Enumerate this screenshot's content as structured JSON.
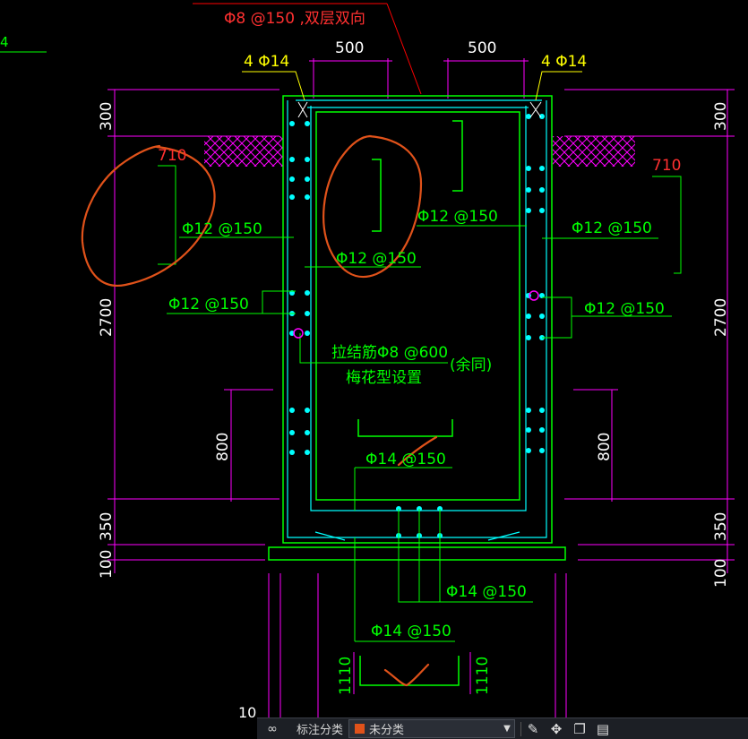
{
  "colors": {
    "structure": "#00ff00",
    "rebar": "#00ffff",
    "dimension": "#ff00ff",
    "callout": "#ffff00",
    "leader_red": "#ff0000",
    "markup": "#e0521a",
    "hatch": "#ff00ff"
  },
  "labels": {
    "top_rebar_note": "Φ8 @150 ,双层双向",
    "corner_left": "4 Φ14",
    "corner_right": "4 Φ14",
    "dim_top_left": "500",
    "dim_top_right": "500",
    "dim_300_left": "300",
    "dim_300_right": "300",
    "dim_2700_left": "2700",
    "dim_2700_right": "2700",
    "dim_800_left": "800",
    "dim_800_right": "800",
    "dim_350_left": "350",
    "dim_350_right": "350",
    "dim_100_left": "100",
    "dim_100_right": "100",
    "dim_1110_left": "1110",
    "dim_1110_right": "1110",
    "dim_710_left": "710",
    "dim_710_right": "710",
    "wall_outer_left": "Φ12 @150",
    "wall_inner_left": "Φ12 @150",
    "wall_inner_right": "Φ12 @150",
    "wall_outer_right": "Φ12 @150",
    "wall_mid_left": "Φ12 @150",
    "wall_mid_right": "Φ12 @150",
    "tie_bar_note": "拉结筋Φ8 @600",
    "tie_bar_note_2": "梅花型设置",
    "same_note": "(余同)",
    "bottom_slab_top": "Φ14 @150",
    "bottom_slab_bottom": "Φ14 @150",
    "foundation_note": "Φ14 @150",
    "clip_left": "10",
    "clip_topleft": "4"
  },
  "toolbar": {
    "icon1": "link-icon",
    "category_label": "标注分类",
    "category_value": "未分类",
    "tool_edit": "edit-icon",
    "tool_move": "move-icon",
    "tool_copy": "copy-icon",
    "tool_paste": "paste-icon"
  }
}
